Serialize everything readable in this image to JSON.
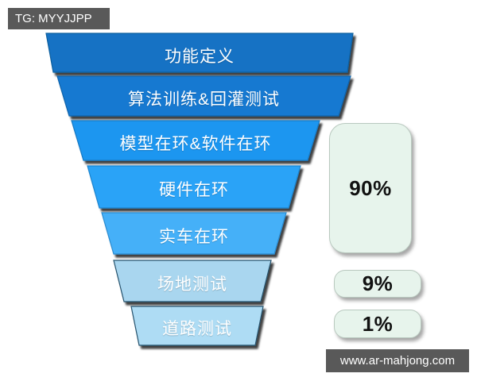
{
  "watermarks": {
    "top_left": "TG: MYYJJPP",
    "bottom_right": "www.ar-mahjong.com"
  },
  "chart_data": {
    "type": "funnel",
    "title": "",
    "orientation": "vertical",
    "stages": [
      {
        "label": "功能定义",
        "color": "#1272c4",
        "top_width": 390,
        "bottom_width": 370
      },
      {
        "label": "算法训练&回灌测试",
        "color": "#1579d1",
        "top_width": 368,
        "bottom_width": 338
      },
      {
        "label": "模型在环&软件在环",
        "color": "#1e96f0",
        "top_width": 312,
        "bottom_width": 282
      },
      {
        "label": "硬件在环",
        "color": "#29a3f7",
        "top_width": 268,
        "bottom_width": 238
      },
      {
        "label": "实车在环",
        "color": "#45b0f8",
        "top_width": 232,
        "bottom_width": 202
      },
      {
        "label": "场地测试",
        "color": "#a9d6ef",
        "top_width": 198,
        "bottom_width": 172
      },
      {
        "label": "道路测试",
        "color": "#aedcf4",
        "top_width": 166,
        "bottom_width": 146
      }
    ],
    "annotations": [
      {
        "value": "90%",
        "covers_stages": [
          "模型在环&软件在环",
          "硬件在环",
          "实车在环"
        ]
      },
      {
        "value": "9%",
        "covers_stages": [
          "场地测试"
        ]
      },
      {
        "value": "1%",
        "covers_stages": [
          "道路测试"
        ]
      }
    ],
    "legend": [],
    "grid": false
  },
  "boxes": {
    "pct_90": "90%",
    "pct_9": "9%",
    "pct_1": "1%"
  },
  "colors": {
    "stage_1": "#1272c4",
    "stage_2": "#1579d1",
    "stage_3": "#1e96f0",
    "stage_4": "#29a3f7",
    "stage_5": "#45b0f8",
    "stage_6": "#a9d6ef",
    "stage_7": "#aedcf4",
    "box_fill": "#e7f4ec",
    "watermark_bg": "#595959",
    "label_text": "#ffffff"
  }
}
